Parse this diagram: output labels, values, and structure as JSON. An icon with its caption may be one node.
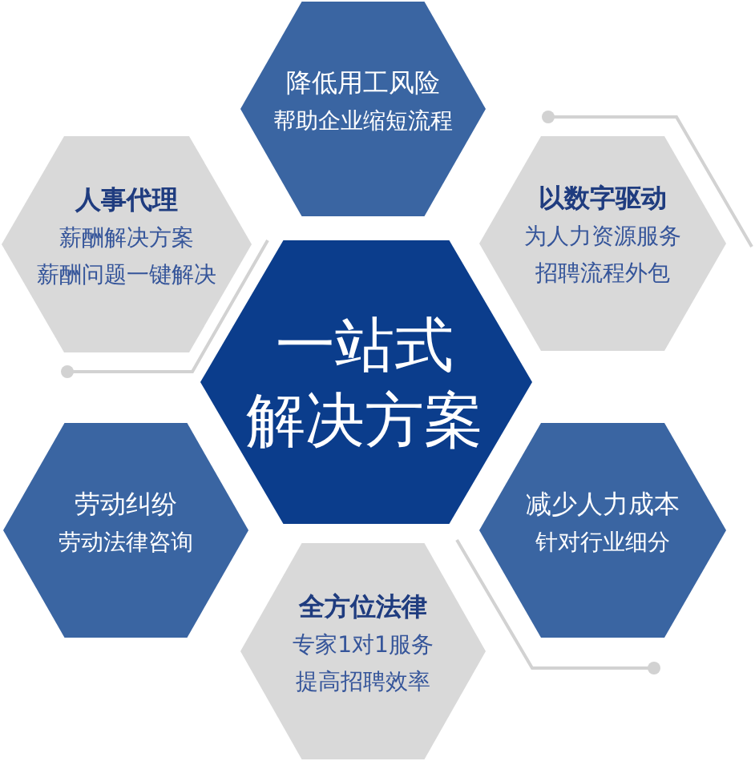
{
  "diagram": {
    "nodes": [
      {
        "text": [
          "降低用工风险",
          "帮助企业缩短流程"
        ]
      },
      {
        "text": [
          "人事代理",
          "薪酬解决方案",
          "薪酬问题一键解决"
        ]
      },
      {
        "text": [
          "以数字驱动",
          "为人力资源服务",
          "招聘流程外包"
        ]
      },
      {
        "text": [
          "一站式解决方案"
        ]
      },
      {
        "text": [
          "劳动纠纷",
          "劳动法律咨询"
        ]
      },
      {
        "text": [
          "减少人力成本",
          "针对行业细分"
        ]
      },
      {
        "text": [
          "全方位法律",
          "专家1对1服务",
          "提高招聘效率"
        ]
      }
    ]
  }
}
